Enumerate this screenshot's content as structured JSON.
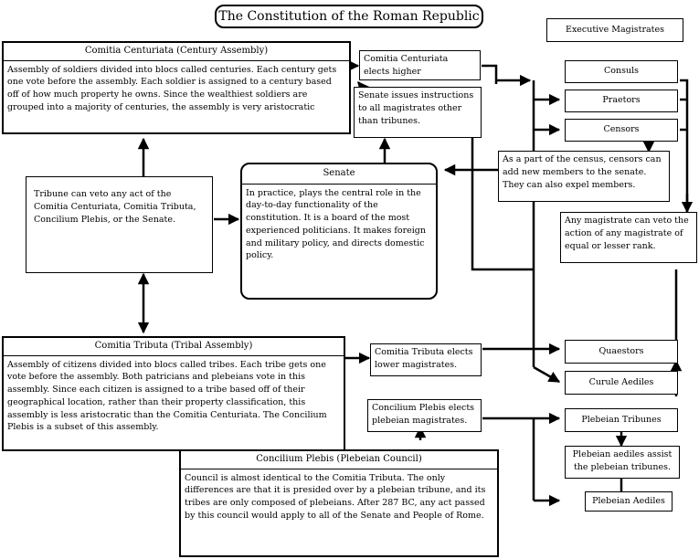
{
  "title": "The Constitution of the Roman Republic",
  "century_assembly": {
    "header": "Comitia Centuriata (Century Assembly)",
    "body": "Assembly of soldiers divided into blocs called centuries. Each century gets one vote before the assembly. Each soldier is assigned to a century based off of how much property he owns. Since the wealthiest soldiers are grouped into a majority of centuries, the assembly is very aristocratic"
  },
  "centuriata_elects": "Comitia Centuriata elects higher magistrates.",
  "senate_instructions": "Senate issues instructions to all magistrates other than tribunes.",
  "executive_magistrates": "Executive Magistrates",
  "consuls": "Consuls",
  "praetors": "Praetors",
  "censors": "Censors",
  "censors_note": "As a part of the census, censors can add new members to the senate. They can also expel members.",
  "tribune_veto": "Tribune can veto any act of the Comitia Centuriata, Comitia Tributa, Concilium Plebis, or the Senate.",
  "senate": {
    "header": "Senate",
    "body": "In practice, plays the central role in the day-to-day functionality of the constitution. It is a board of the most experienced politicians. It makes foreign and military policy, and directs domestic policy."
  },
  "magistrate_veto": "Any magistrate can veto the action of any magistrate of equal or lesser rank.",
  "tribal_assembly": {
    "header": "Comitia Tributa (Tribal Assembly)",
    "body": "Assembly of citizens divided into blocs called tribes. Each tribe gets one vote before the assembly. Both patricians and plebeians vote in this assembly. Since each citizen is assigned to a tribe based off of their geographical location, rather than their property classification, this assembly is less aristocratic than the Comitia Centuriata. The Concilium Plebis is a subset of this assembly."
  },
  "tributa_elects": "Comitia Tributa elects lower magistrates.",
  "quaestors": "Quaestors",
  "curule_aediles": "Curule Aediles",
  "plebis_elects": "Concilium Plebis elects plebeian magistrates.",
  "plebeian_tribunes": "Plebeian Tribunes",
  "plebeian_aediles_assist": "Plebeian aediles assist the plebeian tribunes.",
  "plebeian_aediles": "Plebeian Aediles",
  "plebeian_council": {
    "header": "Concilium Plebis (Plebeian Council)",
    "body": "Council is almost identical to the Comitia Tributa. The only differences are that it is presided over by a plebeian tribune, and its tribes are only composed of plebeians. After 287 BC, any act passed by this council would apply to all of the Senate and People of Rome."
  }
}
